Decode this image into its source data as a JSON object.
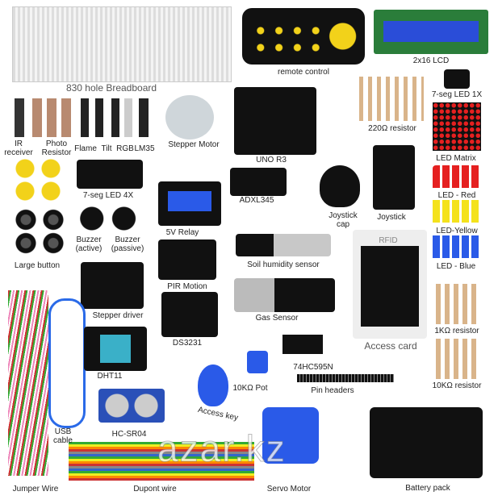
{
  "title": "Arduino starter kit components",
  "watermark": "azar.kz",
  "labels": {
    "breadboard": "830 hole Breadboard",
    "remote": "remote control",
    "lcd": "2x16 LCD",
    "ir": "IR receiver",
    "photo": "Photo Resistor",
    "flame": "Flame",
    "tilt": "Tilt",
    "rgb": "RGB",
    "lm35": "LM35",
    "stepper_motor": "Stepper Motor",
    "uno": "UNO R3",
    "r220": "220Ω resistor",
    "seg1": "7-seg LED 1X",
    "matrix": "LED Matrix",
    "seg4": "7-seg LED 4X",
    "adxl": "ADXL345",
    "joy_cap": "Joystick cap",
    "joystick": "Joystick",
    "led_red": "LED - Red",
    "relay": "5V Relay",
    "buzzer_active": "Buzzer (active)",
    "buzzer_passive": "Buzzer (passive)",
    "led_yellow": "LED-Yellow",
    "large_button": "Large button",
    "soil": "Soil humidity sensor",
    "rfid": "RFID",
    "led_blue": "LED - Blue",
    "pir": "PIR Motion",
    "stepper_driver": "Stepper driver",
    "gas": "Gas Sensor",
    "r1k": "1KΩ resistor",
    "ds3231": "DS3231",
    "access_card": "Access  card",
    "dht11": "DHT11",
    "ic": "74HC595N",
    "pot": "10KΩ Pot",
    "pin_headers": "Pin headers",
    "r10k": "10KΩ resistor",
    "access_key": "Access key",
    "usb": "USB cable",
    "hcsr04": "HC-SR04",
    "jumper": "Jumper Wire",
    "dupont": "Dupont  wire",
    "servo": "Servo Motor",
    "battery": "Battery pack"
  },
  "colors": {
    "board": "#111111",
    "module": "#f2d21a",
    "led_red": "#e52020",
    "led_yellow": "#f4e21c",
    "led_blue": "#2a5ae8"
  }
}
